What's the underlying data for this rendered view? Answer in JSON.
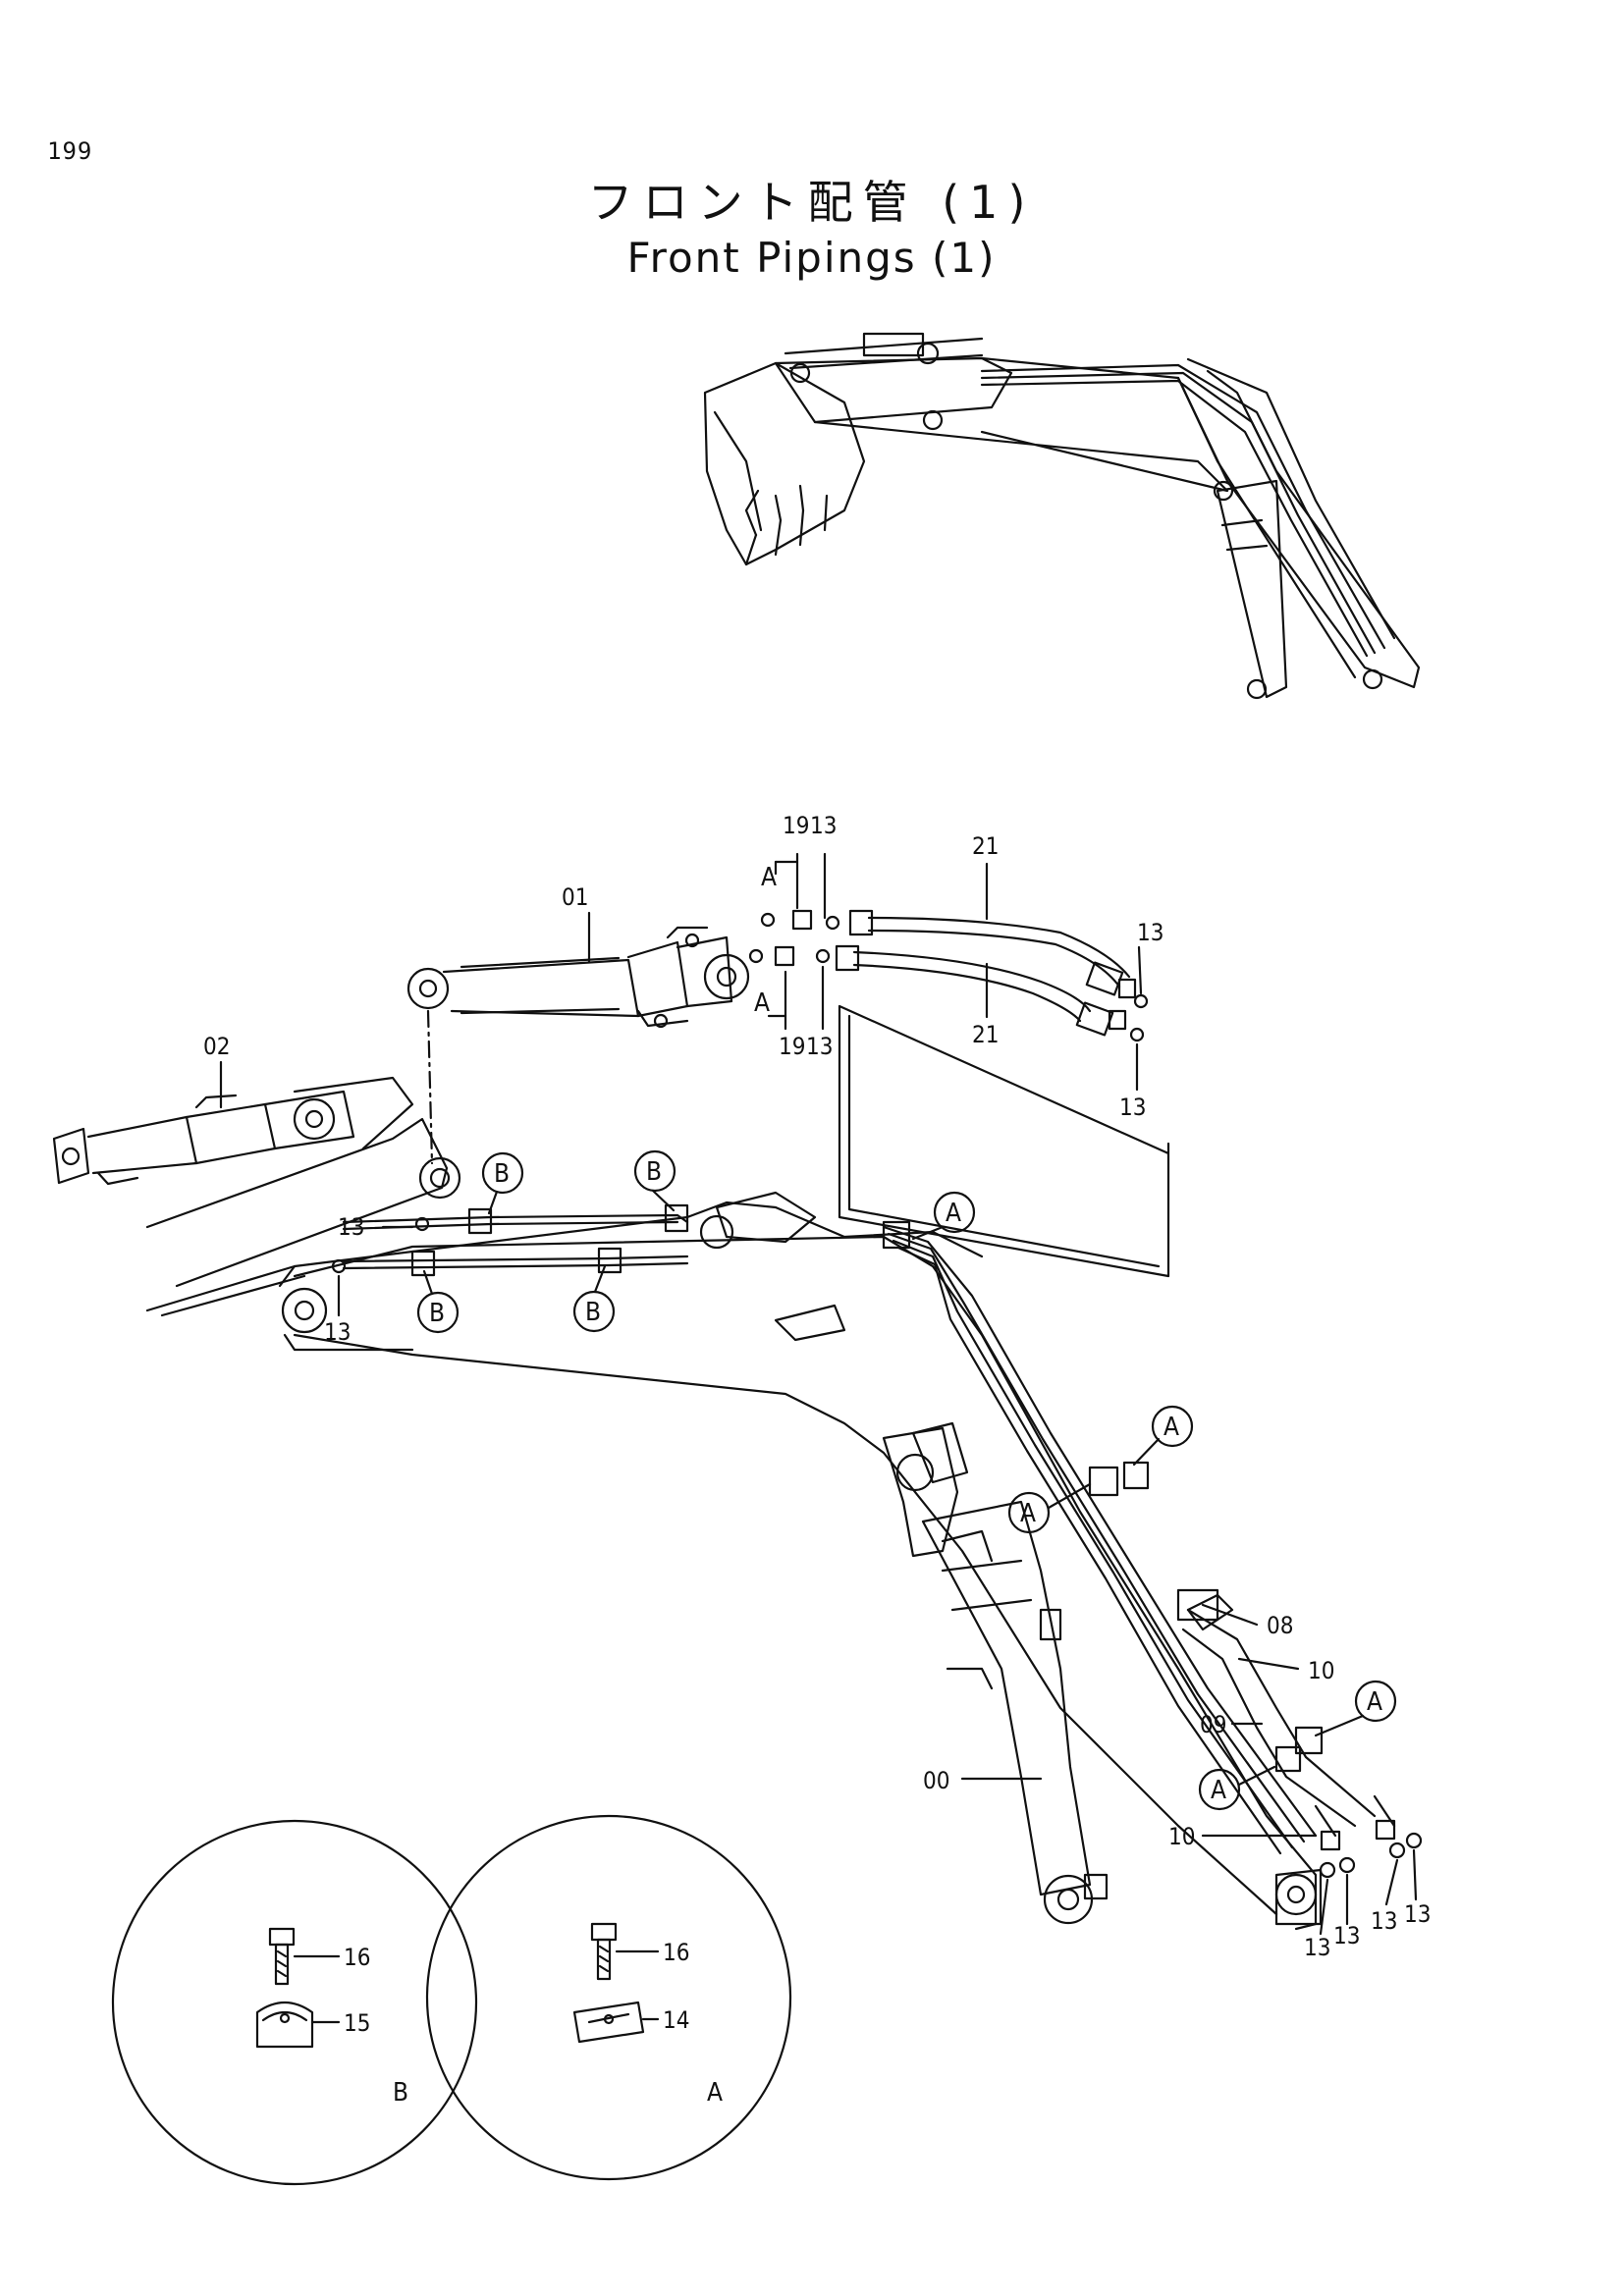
{
  "page": {
    "number": "199",
    "title_jp": "フロント配管 (1)",
    "title_en": "Front Pipings (1)"
  },
  "part_labels": {
    "p00": "00",
    "p01": "01",
    "p02": "02",
    "p08": "08",
    "p09": "09",
    "p10": "10",
    "p13": "13",
    "p14": "14",
    "p15": "15",
    "p16": "16",
    "p19": "19",
    "p21": "21"
  },
  "ref_marks": {
    "a": "A",
    "b": "B"
  },
  "colors": {
    "line": "#111111",
    "paper": "#ffffff"
  }
}
